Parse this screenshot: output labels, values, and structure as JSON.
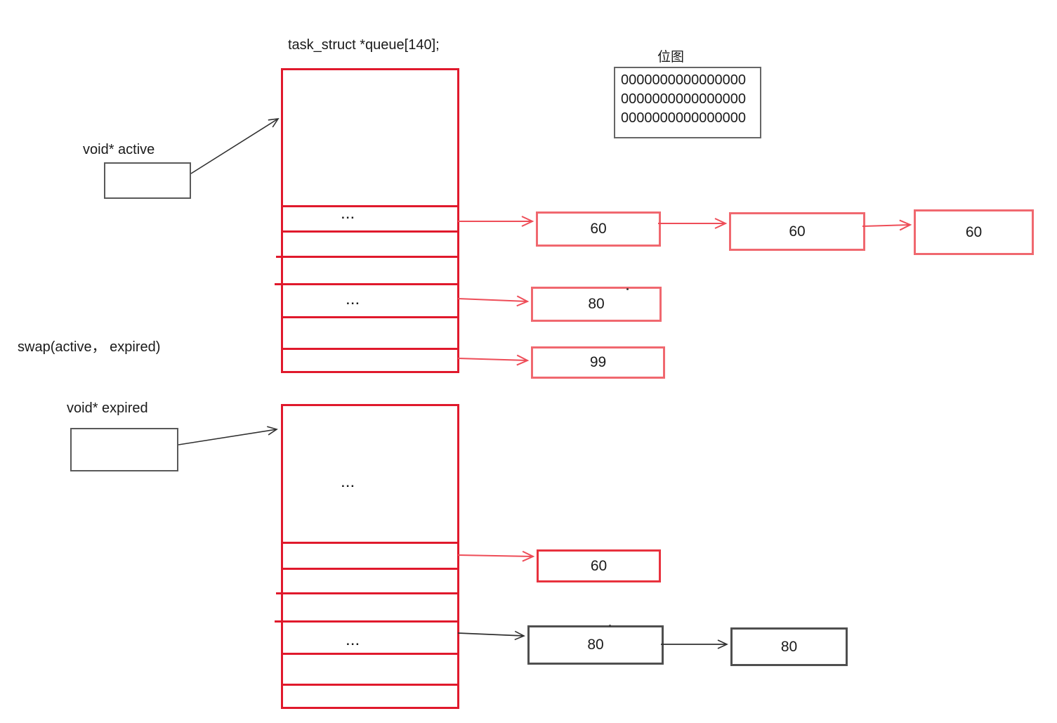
{
  "title": "task_struct *queue[140];",
  "bitmap": {
    "label": "位图",
    "rows": [
      "0000000000000000",
      "0000000000000000",
      "0000000000000000"
    ]
  },
  "swap_label": "swap(active， expired)",
  "active_pointer": {
    "label": "void* active"
  },
  "expired_pointer": {
    "label": "void* expired"
  },
  "active_queue": {
    "ellipsis_top": "...",
    "ellipsis_middle": "..."
  },
  "expired_queue": {
    "ellipsis_top": "...",
    "ellipsis_middle": "..."
  },
  "active_nodes": {
    "prio60": [
      "60",
      "60",
      "60"
    ],
    "prio80": [
      "80"
    ],
    "prio99": [
      "99"
    ]
  },
  "expired_nodes": {
    "prio60": [
      "60"
    ],
    "prio80": [
      "80",
      "80"
    ]
  },
  "colors": {
    "queue_red": "#e0192c",
    "node_salmon": "#f0686f",
    "node_red": "#e8323e",
    "gray_border": "#595959",
    "arrow_black": "#303030"
  }
}
